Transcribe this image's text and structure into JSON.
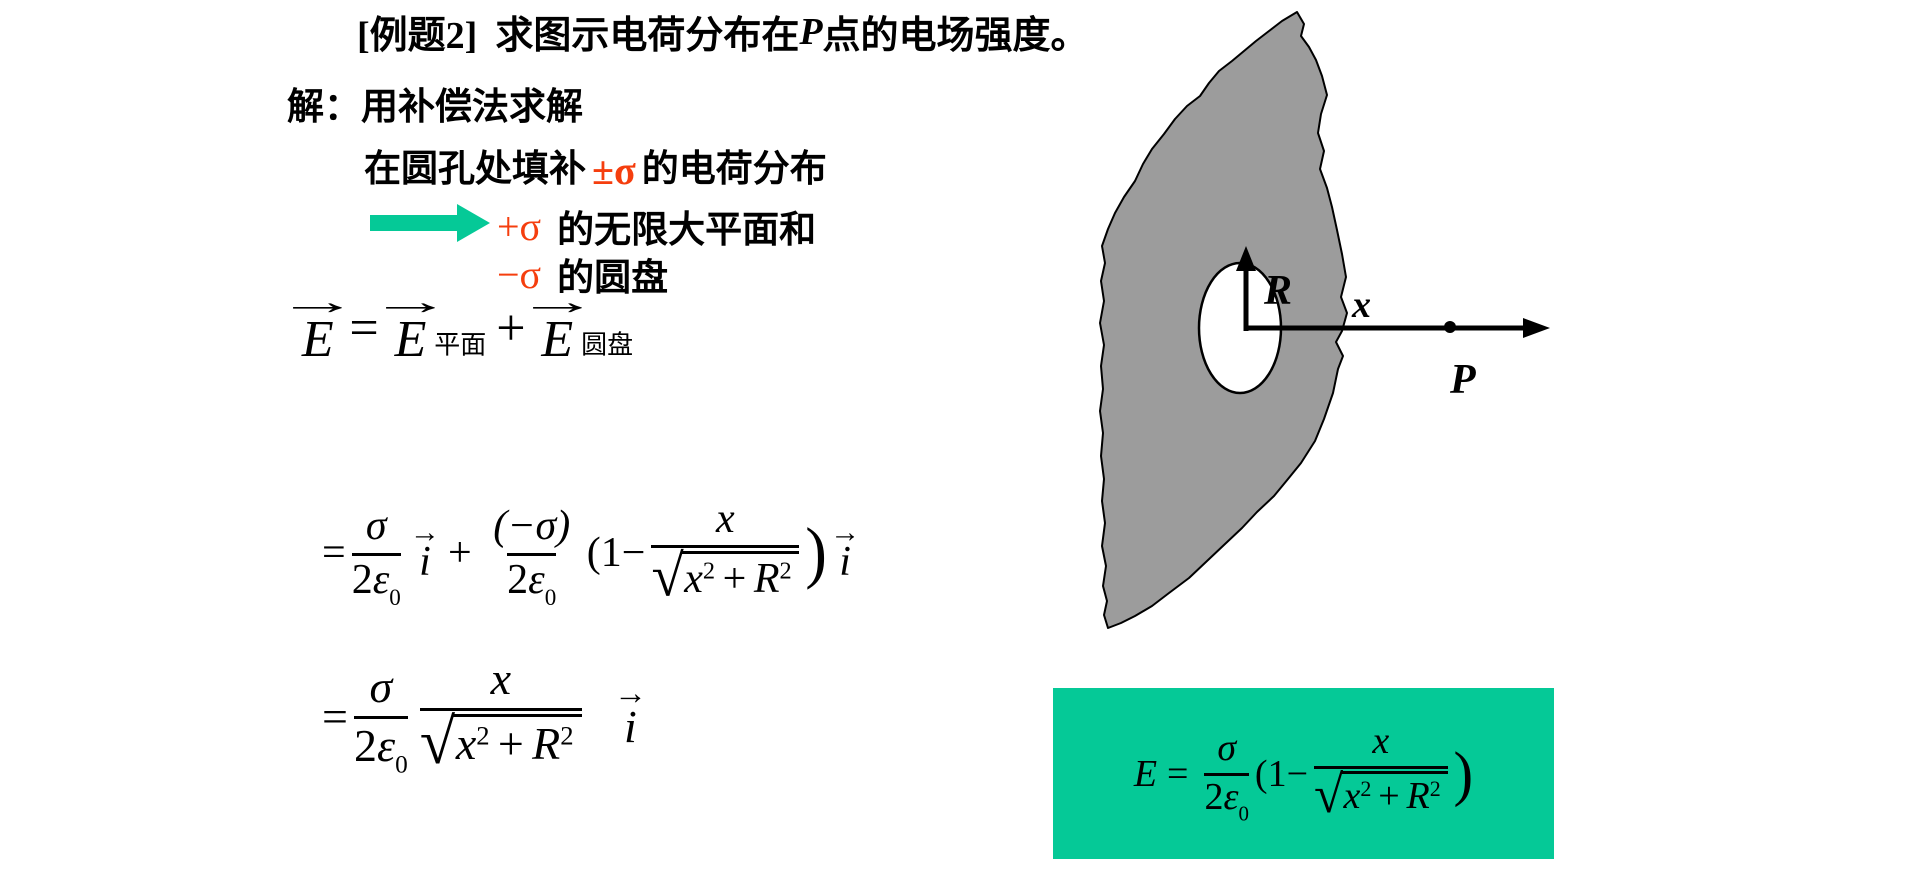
{
  "colors": {
    "green": "#05c997",
    "orange": "#f53e0e",
    "gray": "#9c9c9c"
  },
  "title": {
    "bracket": "[例题2]",
    "pre": "求图示电荷分布在",
    "var": "P",
    "post": "点的电场强度。"
  },
  "solution": {
    "label": "解：",
    "text": "用补偿法求解"
  },
  "fill_line": {
    "pre": "在圆孔处填补",
    "sigma": "±σ",
    "post": "的电荷分布"
  },
  "plane_line": {
    "sigma": "+σ",
    "text": "的无限大平面和"
  },
  "disk_line": {
    "sigma": "−σ",
    "text": "的圆盘"
  },
  "eq_sum": {
    "sub_plane": "平面",
    "sub_disk": "圆盘"
  },
  "sym": {
    "arrow": "→",
    "equals": "=",
    "plus": "+",
    "E": "E",
    "sigma": "σ",
    "neg_sigma": "(−σ)",
    "two": "2",
    "eps": "ε",
    "zero": "0",
    "i": "i",
    "x": "x",
    "R": "R",
    "two_sup": "2",
    "sqrt": "√",
    "open_1minus": "(1−",
    "close": ")"
  },
  "diagram": {
    "R": "R",
    "x": "x",
    "P": "P"
  }
}
